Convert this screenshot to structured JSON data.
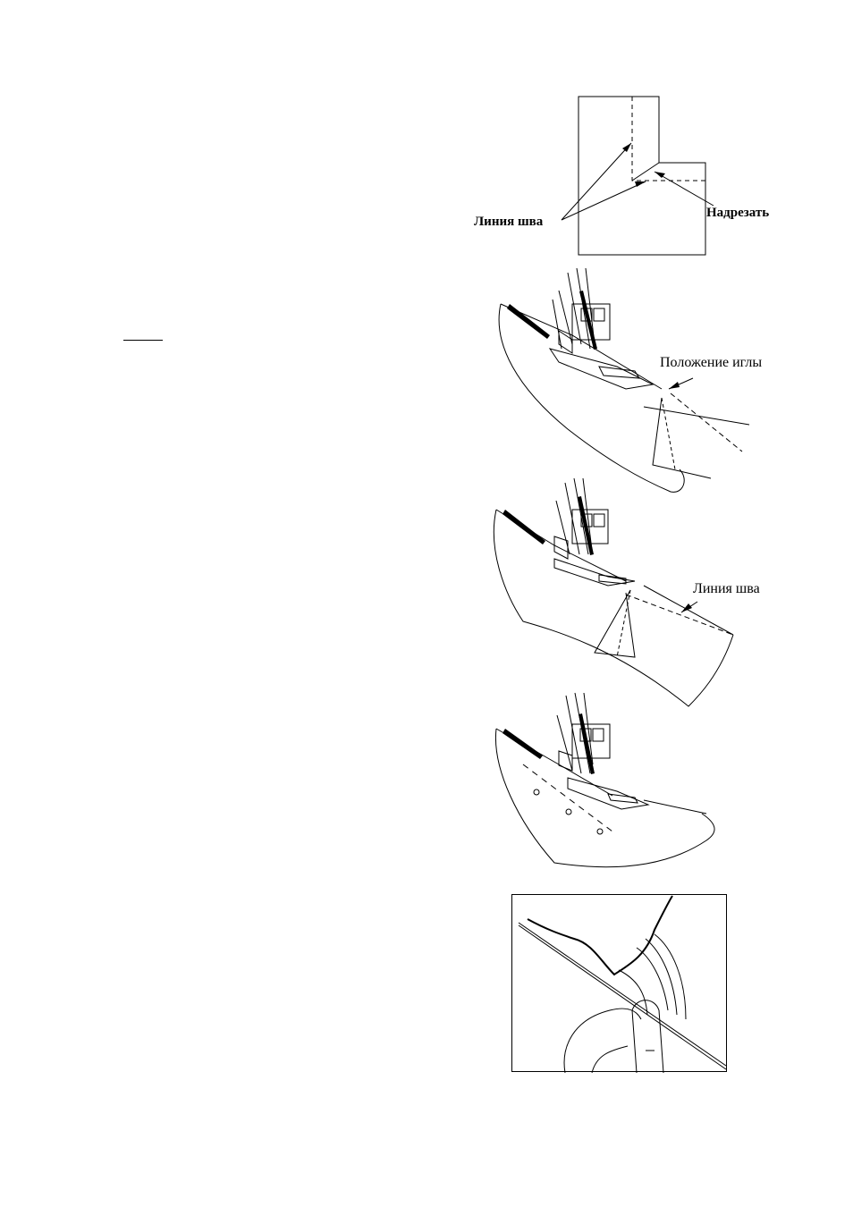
{
  "figures": {
    "corner": {
      "seam_line_label": "Линия шва",
      "cut_label": "Надрезать"
    },
    "needle_position": {
      "needle_label": "Положение иглы"
    },
    "seam_line": {
      "seam_line_label": "Линия шва"
    }
  }
}
